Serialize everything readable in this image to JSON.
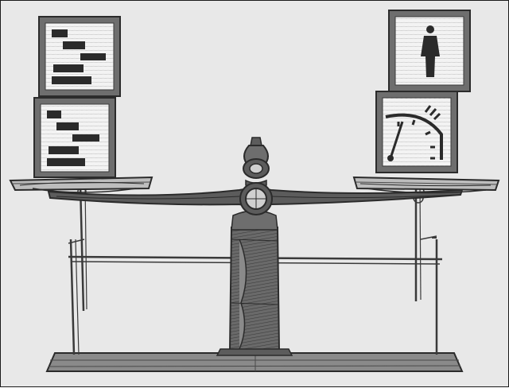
{
  "scene": {
    "subject": "balance-scale-sketch",
    "style": "hand-drawn grayscale illustration",
    "colors": {
      "background": "#e8e8e8",
      "ink": "#2b2b2b",
      "metal_dark": "#5c5c5c",
      "metal_mid": "#8a8a8a",
      "metal_light": "#bdbdbd",
      "card_paper": "#f3f3f3",
      "card_frame": "#6e6e6e"
    },
    "left_pan": {
      "items": [
        "document-icon",
        "document-icon"
      ]
    },
    "right_pan": {
      "items": [
        "person-icon",
        "gauge-icon"
      ]
    },
    "balance_state": "level"
  }
}
